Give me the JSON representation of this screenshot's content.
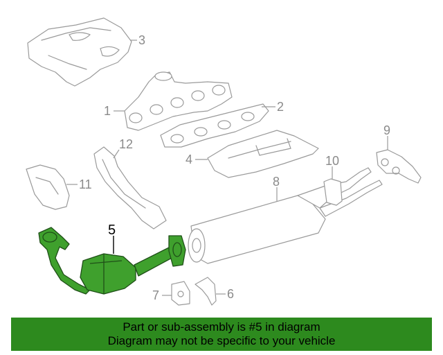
{
  "diagram": {
    "callouts": {
      "c1": "1",
      "c2": "2",
      "c3": "3",
      "c4": "4",
      "c5": "5",
      "c6": "6",
      "c7": "7",
      "c8": "8",
      "c9": "9",
      "c10": "10",
      "c11": "11",
      "c12": "12"
    },
    "highlight_color": "#3fa02d",
    "part_line_color": "#9a9a9a"
  },
  "banner": {
    "line1": "Part or sub-assembly is #5 in diagram",
    "line2": "Diagram may not be specific to your vehicle",
    "background": "#2d8a1e"
  }
}
